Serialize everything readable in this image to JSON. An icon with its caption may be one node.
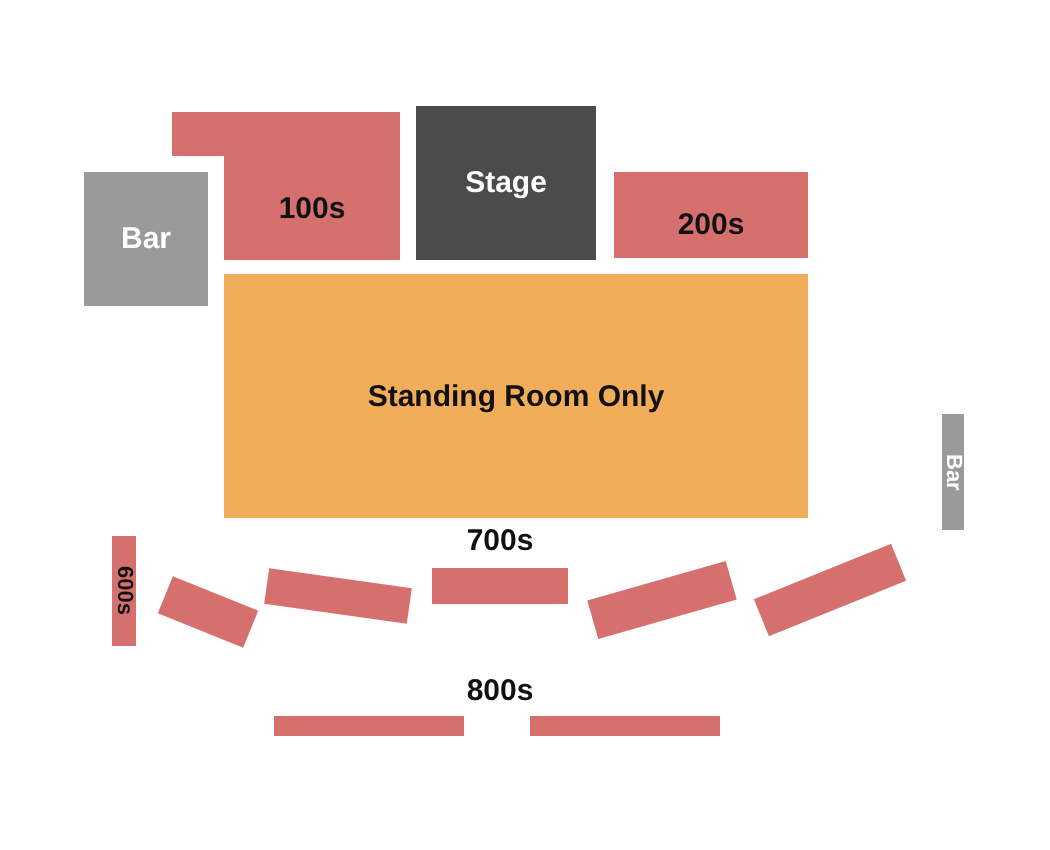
{
  "diagram": {
    "nodes": [
      {
        "text": [
          "Bar"
        ]
      },
      {
        "text": [
          "100s"
        ]
      },
      {
        "text": [
          "Stage"
        ]
      },
      {
        "text": [
          "200s"
        ]
      },
      {
        "text": [
          "Standing Room Only"
        ]
      },
      {
        "text": [
          "Bar"
        ]
      },
      {
        "text": [
          "600s"
        ]
      },
      {
        "text": [],
        "shape": "box"
      },
      {
        "text": [],
        "shape": "box"
      },
      {
        "text": [],
        "shape": "box"
      },
      {
        "text": [],
        "shape": "box"
      },
      {
        "text": [],
        "shape": "box"
      },
      {
        "text": [],
        "shape": "box"
      },
      {
        "text": [],
        "shape": "box"
      }
    ],
    "labels": [
      "700s",
      "800s"
    ]
  }
}
